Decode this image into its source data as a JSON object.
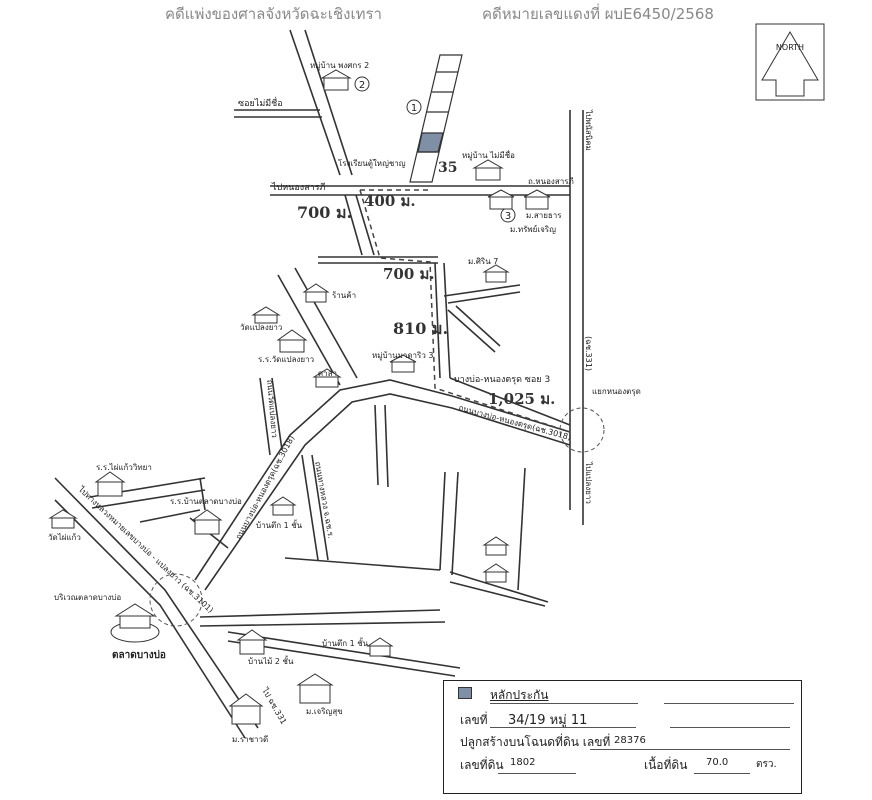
{
  "header": {
    "case_left": "คดีแพ่งของศาลจังหวัดฉะเชิงเทรา",
    "case_right": "คดีหมายเลขแดงที่ ผบE6450/2568"
  },
  "north": {
    "label": "NORTH"
  },
  "distances": {
    "d35": "35",
    "d400": "400 ม.",
    "d700a": "700 ม.",
    "d700b": "700 ม.",
    "d810": "810 ม.",
    "d1025": "1,025 ม."
  },
  "markers": {
    "m1": "1",
    "m2": "2",
    "m3": "3"
  },
  "labels": {
    "village_phongsakon": "หมู่บ้าน พงศกร 2",
    "soi_no_name": "ซอยไม่มีชื่อ",
    "village_no_name": "หมู่บ้าน ไม่มีชื่อ",
    "school_top": "โรงเรียนตู้ใหญ่ชาญ",
    "road_nongsarak_left": "ไปหนองสารภี",
    "road_nongsarak_right": "ถ.หนองสารภี",
    "m_saithan": "ม.สายธาร",
    "m_sapcharoen": "ม.ทรัพย์เจริญ",
    "m_sirin": "ม.ศิริน 7",
    "shop": "ร้านค้า",
    "wat_plong_yao": "วัดแปลงยาว",
    "school_plong_yao": "ร.ร.วัดแปลงยาว",
    "sala": "ศาลา",
    "village_manthana": "หมู่บ้านมาดาริว 3",
    "soi_3": "บางบ่อ-หนองตรุด ซอย 3",
    "road_main_right": "ถนนบางบ่อ-หนองตรุด(ฉช.3018)",
    "road_main_left": "ถนนบางบ่อ-หนองตรุด(ฉช.3018)",
    "road_plong_yao": "ถนนวัดแปลงยาว",
    "road_to_kaeng": "ถนนทางหลวง จ.ฉช.ร.",
    "to_phanom_sarakham": "ไปพนัสนิคม",
    "pr331_top": "(ฉช.331)",
    "to_plaeng_yao": "ไปแปลงยาว",
    "intersection": "แยกหนองตรุด",
    "school_left": "ร.ร.ไผ่แก้ววิทยา",
    "school_market": "ร.ร.บ้านตลาดบางบ่อ",
    "wat_phai_kaeo": "วัดไผ่แก้ว",
    "market_area": "บริเวณตลาดบางบ่อ",
    "market": "ตลาดบางบ่อ",
    "road_lower_left": "ไปทางหลวงหมายเลขบางบ่อ - แปลงยาว (ฉช.3101)",
    "house_brick_1a": "บ้านตึก 1 ชั้น",
    "house_brick_1b": "บ้านตึก 1 ชั้น",
    "house_wood_2": "บ้านไม้ 2 ชั้น",
    "m_charoensuk": "ม.เจริญสุข",
    "m_rachawadi": "ม.ราชาวดี",
    "to_331_bottom": "ไป ฉช.331"
  },
  "legend": {
    "title": "หลักประกัน",
    "house_no_label": "เลขที่",
    "house_no_value": "34/19 หมู่ 11",
    "built_on_label": "ปลูกสร้างบนโฉนดที่ดิน เลขที่",
    "deed_no": "28376",
    "land_no_label": "เลขที่ดิน",
    "land_no": "1802",
    "area_label": "เนื้อที่ดิน",
    "area_value": "70.0",
    "area_unit": "ตรว."
  },
  "colors": {
    "plot_fill": "#7f8fa6",
    "road": "#333333",
    "dash": "#444444"
  }
}
